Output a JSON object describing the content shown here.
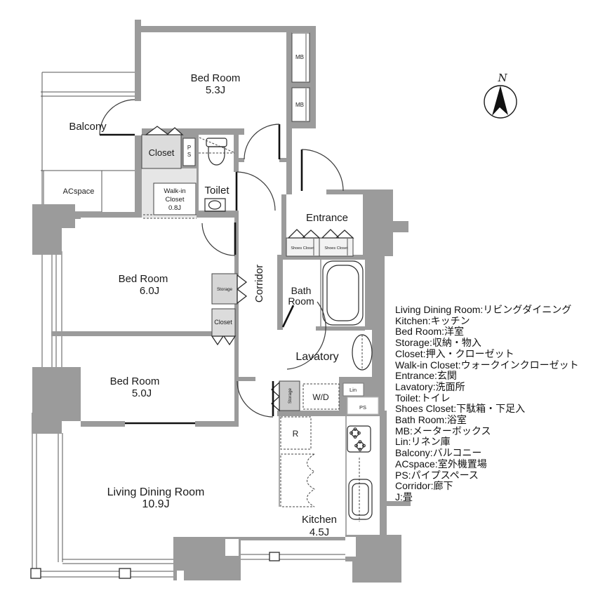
{
  "rooms": {
    "bedroom_53": {
      "name": "Bed Room",
      "size": "5.3J"
    },
    "bedroom_60": {
      "name": "Bed Room",
      "size": "6.0J"
    },
    "bedroom_50": {
      "name": "Bed Room",
      "size": "5.0J"
    },
    "living_dining": {
      "name": "Living Dining Room",
      "size": "10.9J"
    },
    "kitchen": {
      "name": "Kitchen",
      "size": "4.5J"
    },
    "balcony": "Balcony",
    "acspace": "ACspace",
    "entrance": "Entrance",
    "corridor": "Corridor",
    "toilet": "Toilet",
    "lavatory": "Lavatory",
    "bath": {
      "line1": "Bath",
      "line2": "Room"
    },
    "walkin": {
      "line1": "Walk-in",
      "line2": "Closet",
      "line3": "0.8J"
    }
  },
  "boxes": {
    "closet_upper": "Closet",
    "closet_bed50": "Closet",
    "storage_bed60": "Storage",
    "storage_utility": "Storage",
    "washer": "W/D",
    "linen": "Lin",
    "ps_small": "PS",
    "ps_p": "P",
    "ps_s": "S",
    "mb": "MB",
    "shoes": "Shoes Closet",
    "fridge": "R"
  },
  "compass": {
    "north": "N"
  },
  "legend": {
    "lines": [
      "Living Dining Room:リビングダイニング",
      "Kitchen:キッチン",
      "Bed Room:洋室",
      "Storage:収納・物入",
      "Closet:押入・クローゼット",
      "Walk-in Closet:ウォークインクローゼット",
      "Entrance:玄関",
      "Lavatory:洗面所",
      "Toilet:トイレ",
      "Shoes Closet:下駄箱・下足入",
      "Bath Room:浴室",
      "MB:メーターボックス",
      "Lin:リネン庫",
      "Balcony:バルコニー",
      "ACspace:室外機置場",
      "PS:パイプスペース",
      "Corridor:廊下",
      "J:畳"
    ]
  }
}
